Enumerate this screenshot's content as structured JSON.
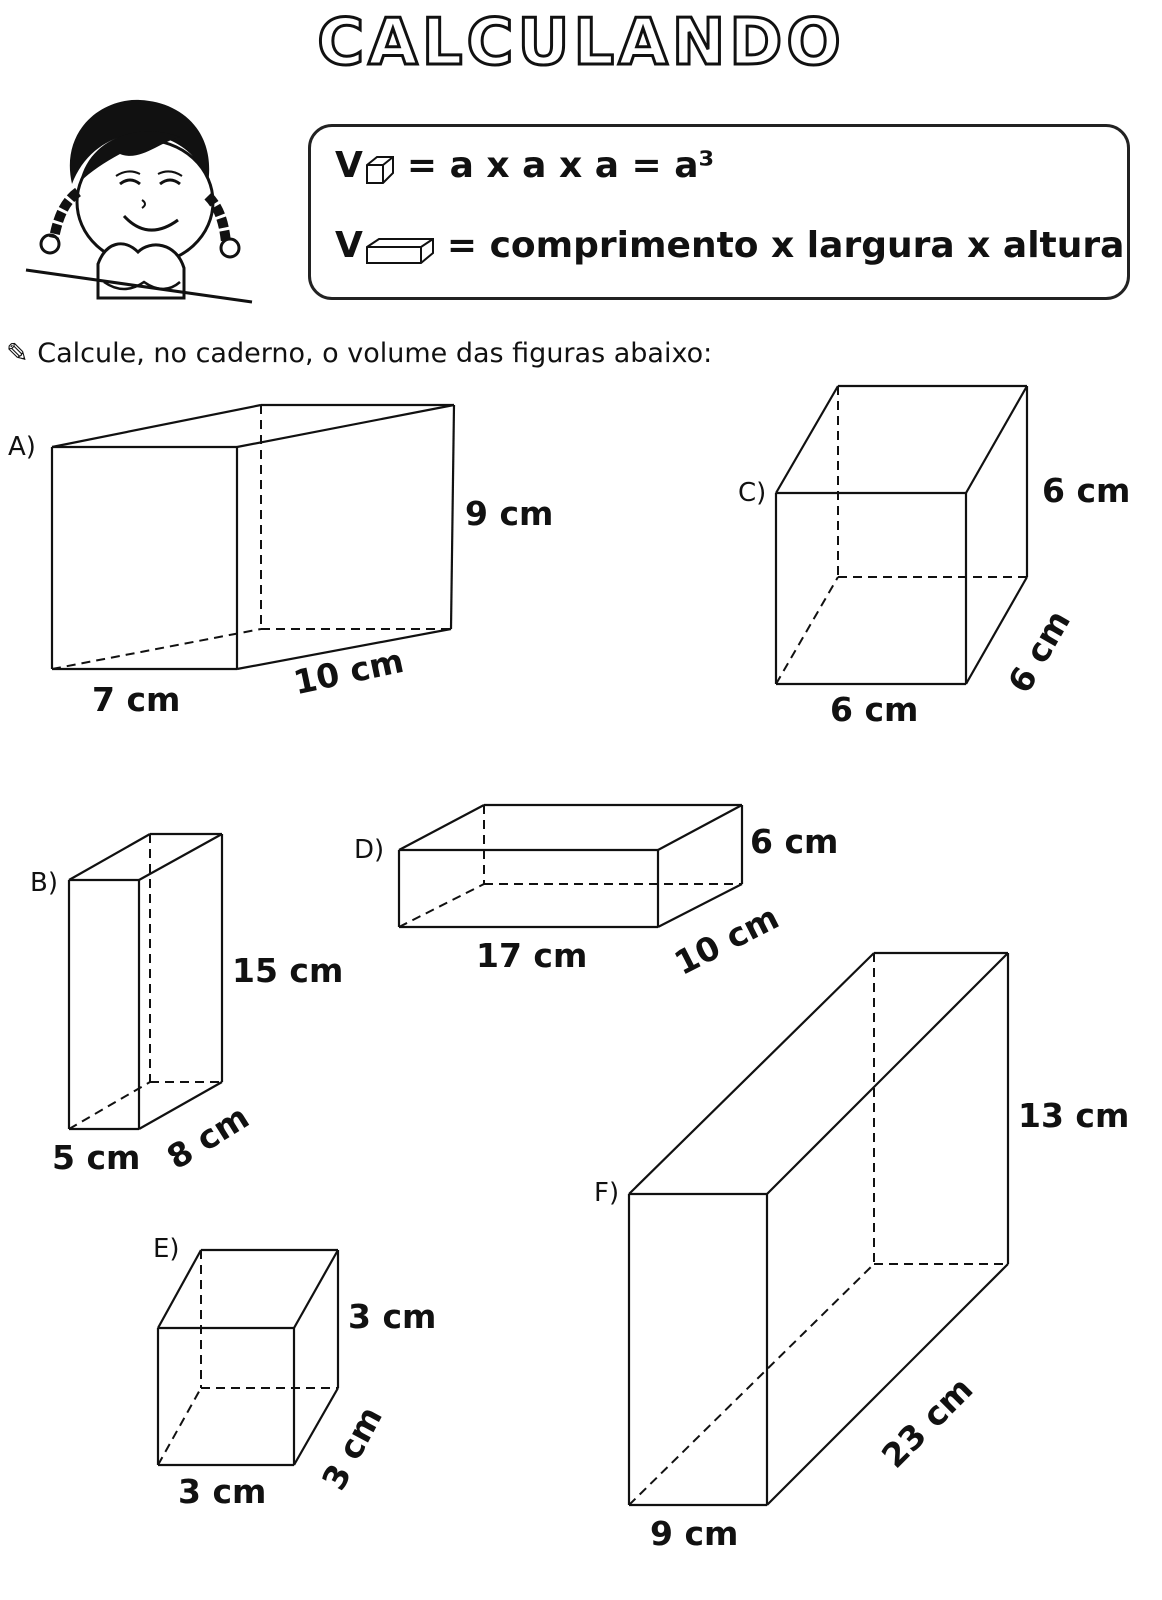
{
  "title": "CALCULANDO",
  "formulas": {
    "cube": {
      "v": "V",
      "rhs": "= a x a x a = a³"
    },
    "prism": {
      "v": "V",
      "rhs": "= comprimento x largura x altura"
    }
  },
  "instruction": {
    "icon": "pencil-icon",
    "text": "Calcule, no caderno, o volume das figuras abaixo:"
  },
  "figures": [
    {
      "letter": "A)",
      "width": "7 cm",
      "depth": "10 cm",
      "height": "9 cm"
    },
    {
      "letter": "B)",
      "width": "5 cm",
      "depth": "8 cm",
      "height": "15 cm"
    },
    {
      "letter": "C)",
      "width": "6 cm",
      "depth": "6 cm",
      "height": "6 cm"
    },
    {
      "letter": "D)",
      "width": "17 cm",
      "depth": "10 cm",
      "height": "6 cm"
    },
    {
      "letter": "E)",
      "width": "3 cm",
      "depth": "3 cm",
      "height": "3 cm"
    },
    {
      "letter": "F)",
      "width": "9 cm",
      "depth": "23 cm",
      "height": "13 cm"
    }
  ]
}
